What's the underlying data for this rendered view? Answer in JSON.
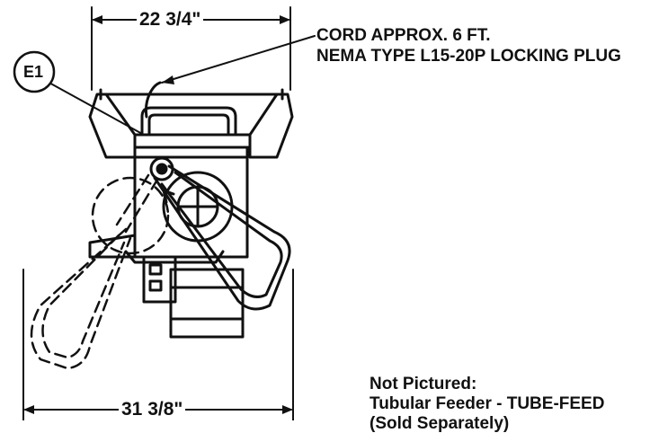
{
  "dimensions": {
    "top_width": "22 3/4\"",
    "bottom_width": "31 3/8\""
  },
  "callouts": {
    "cord_line1": "CORD APPROX. 6 FT.",
    "cord_line2": "NEMA TYPE L15-20P LOCKING PLUG",
    "reference_tag": "E1"
  },
  "notes": {
    "not_pictured_heading": "Not Pictured:",
    "not_pictured_item": "Tubular Feeder - TUBE-FEED",
    "not_pictured_item_2": "(Sold Separately)"
  }
}
